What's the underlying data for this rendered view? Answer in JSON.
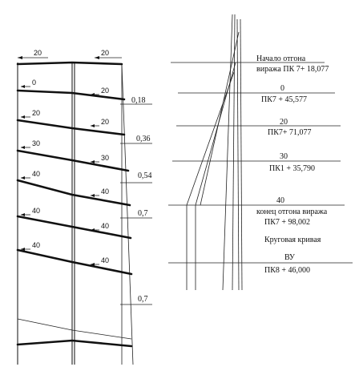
{
  "left_section": {
    "top_labels": [
      "20",
      "20"
    ],
    "row_slopes_left": [
      "0",
      "20",
      "30",
      "40",
      "40",
      "40"
    ],
    "row_slopes_right": [
      "20",
      "20",
      "30",
      "40",
      "40",
      "40"
    ],
    "offsets": [
      "0,18",
      "0,36",
      "0,54",
      "0,7",
      "0,7"
    ]
  },
  "right_section": {
    "stations": [
      {
        "line1": "Начало отгона",
        "line2": "виража ПК 7+ 18,077"
      },
      {
        "line1": "0",
        "line2": "ПК7 + 45,577"
      },
      {
        "line1": "20",
        "line2": "ПК7+ 71,077"
      },
      {
        "line1": "30",
        "line2": "ПК1 + 35,790"
      },
      {
        "line1": "40",
        "line2": "конец отгона виража",
        "line3": "ПК7 + 98,002"
      }
    ],
    "curve_label": "Круговая кривая",
    "vu_label": "ВУ",
    "vu_station": "ПК8 + 46,000"
  }
}
